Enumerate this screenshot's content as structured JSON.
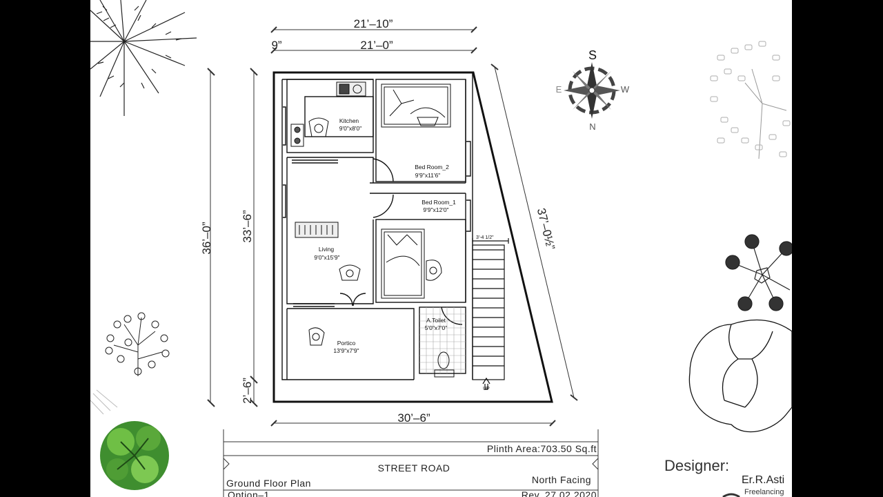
{
  "dimensions": {
    "top_outer": "21’–10”",
    "top_inner": "21’–0”",
    "top_offset": "9”",
    "left_outer": "36’–0”",
    "left_inner": "33’–6”",
    "left_bottom": "2’–6”",
    "bottom": "30’–6”",
    "right_diagonal": "37’–0½”",
    "stair_width": "3'-4 1/2\""
  },
  "rooms": [
    {
      "name": "Kitchen",
      "size": "9'0\"x8'0\""
    },
    {
      "name": "Bed Room_2",
      "size": "9'9\"x11'6\""
    },
    {
      "name": "Bed Room_1",
      "size": "9'9\"x12'0\""
    },
    {
      "name": "Living",
      "size": "9'0\"x15'9\""
    },
    {
      "name": "A.Toilet",
      "size": "5'0\"x7'0\""
    },
    {
      "name": "Portico",
      "size": "13'9\"x7'9\""
    }
  ],
  "stair_label": "UP",
  "compass": {
    "top": "S",
    "bottom": "N",
    "left": "E",
    "right": "W"
  },
  "title_block": {
    "plinth_area": "Plinth  Area:703.50  Sq.ft",
    "road": "STREET  ROAD",
    "plan_name": "Ground  Floor  Plan",
    "facing": "North  Facing",
    "option": "Option–1",
    "revision": "Rev. 27.02.2020"
  },
  "designer": {
    "label": "Designer:",
    "name": "Er.R.Asti",
    "tagline": "Freelancing"
  }
}
